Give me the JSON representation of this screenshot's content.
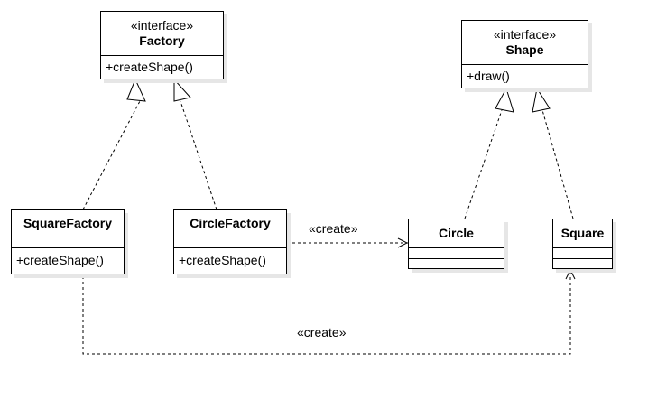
{
  "diagram": {
    "stereotype_interface": "«interface»",
    "factory": {
      "name": "Factory",
      "operations": "+createShape()"
    },
    "shape": {
      "name": "Shape",
      "operations": "+draw()"
    },
    "square_factory": {
      "name": "SquareFactory",
      "operations": "+createShape()"
    },
    "circle_factory": {
      "name": "CircleFactory",
      "operations": "+createShape()"
    },
    "circle": {
      "name": "Circle"
    },
    "square": {
      "name": "Square"
    },
    "relations": {
      "circle_factory_creates": "«create»",
      "square_factory_creates": "«create»"
    }
  }
}
